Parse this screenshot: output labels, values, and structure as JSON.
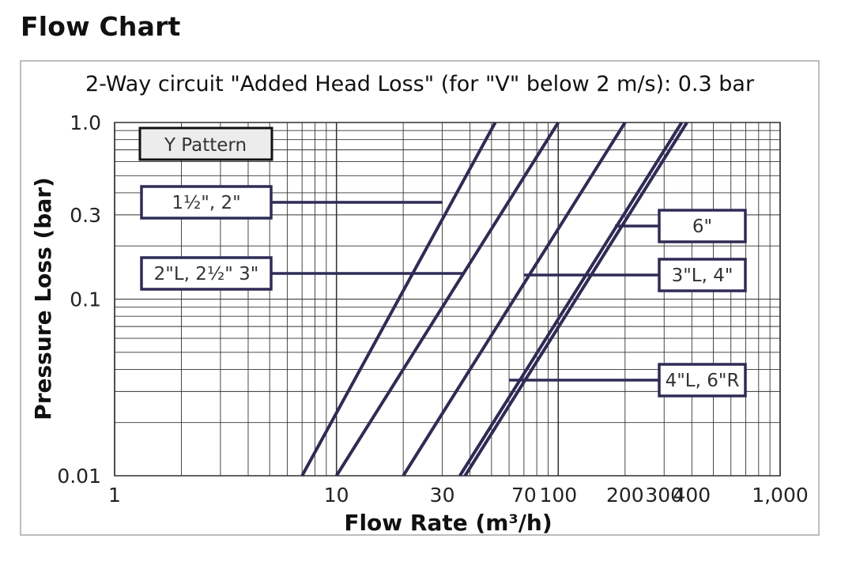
{
  "page": {
    "heading": "Flow Chart"
  },
  "chart_data": {
    "type": "line",
    "title": "2-Way circuit \"Added Head Loss\" (for \"V\" below 2 m/s): 0.3 bar",
    "xlabel": "Flow Rate (m³/h)",
    "ylabel": "Pressure Loss (bar)",
    "x_scale": "log",
    "y_scale": "log",
    "xlim": [
      1,
      1000
    ],
    "ylim": [
      0.01,
      1.0
    ],
    "grid": true,
    "x_ticks": [
      {
        "value": 1,
        "label": "1"
      },
      {
        "value": 10,
        "label": "10"
      },
      {
        "value": 30,
        "label": "30"
      },
      {
        "value": 70,
        "label": "70"
      },
      {
        "value": 100,
        "label": "100"
      },
      {
        "value": 200,
        "label": "200"
      },
      {
        "value": 300,
        "label": "300"
      },
      {
        "value": 400,
        "label": "400"
      },
      {
        "value": 1000,
        "label": "1,000"
      }
    ],
    "y_ticks": [
      {
        "value": 1.0,
        "label": "1.0"
      },
      {
        "value": 0.3,
        "label": "0.3"
      },
      {
        "value": 0.1,
        "label": "0.1"
      },
      {
        "value": 0.01,
        "label": "0.01"
      }
    ],
    "legend_box": "Y Pattern",
    "series": [
      {
        "name": "1½\", 2\"",
        "x": [
          7,
          52
        ],
        "y": [
          0.01,
          1.0
        ],
        "callout": {
          "at_x": 30,
          "side": "left"
        }
      },
      {
        "name": "2\"L, 2½\" 3\"",
        "x": [
          10,
          100
        ],
        "y": [
          0.01,
          1.0
        ],
        "callout": {
          "at_x": 37,
          "side": "left"
        }
      },
      {
        "name": "3\"L, 4\"",
        "x": [
          20,
          200
        ],
        "y": [
          0.01,
          1.0
        ],
        "callout": {
          "at_x": 70,
          "side": "right"
        }
      },
      {
        "name": "6\"",
        "x": [
          36,
          360
        ],
        "y": [
          0.01,
          1.0
        ],
        "callout": {
          "at_x": 180,
          "side": "right"
        }
      },
      {
        "name": "4\"L, 6\"R",
        "x": [
          38,
          380
        ],
        "y": [
          0.01,
          1.0
        ],
        "callout": {
          "at_x": 60,
          "side": "right"
        }
      }
    ],
    "line_color": "#2e2c55"
  }
}
